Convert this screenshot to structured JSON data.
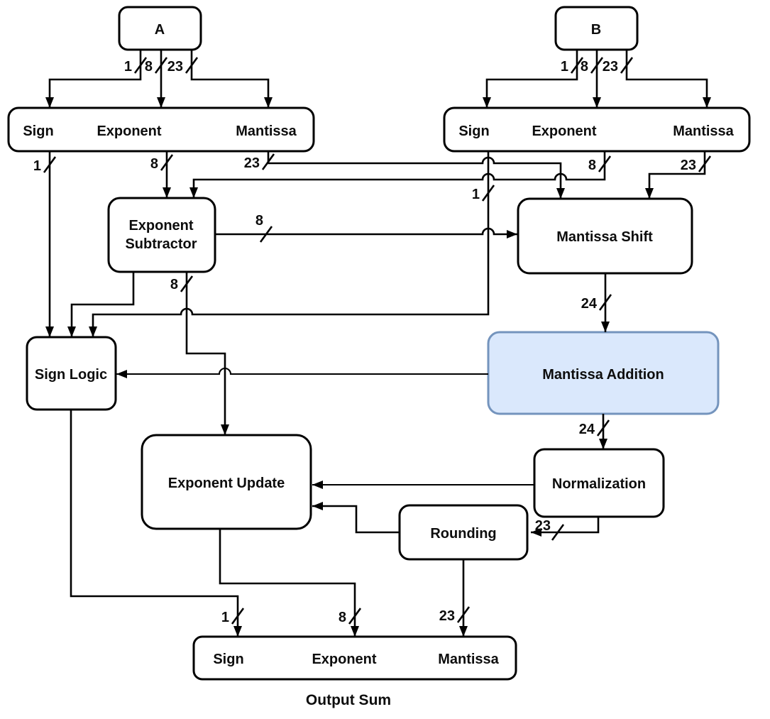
{
  "colors": {
    "background": "#ffffff",
    "wire": "#000000",
    "node_fill": "#ffffff",
    "node_stroke": "#000000",
    "highlight_fill": "#dae8fc",
    "highlight_stroke": "#7494bd",
    "text": "#0d0d0d"
  },
  "fields": {
    "sign": "Sign",
    "exponent": "Exponent",
    "mantissa": "Mantissa"
  },
  "nodes": {
    "input_a": "A",
    "input_b": "B",
    "exponent_subtractor_line1": "Exponent",
    "exponent_subtractor_line2": "Subtractor",
    "mantissa_shift": "Mantissa Shift",
    "sign_logic": "Sign Logic",
    "mantissa_addition": "Mantissa Addition",
    "exponent_update": "Exponent Update",
    "normalization": "Normalization",
    "rounding": "Rounding"
  },
  "caption": "Output Sum",
  "bus_widths": {
    "sign": "1",
    "exponent": "8",
    "mantissa": "23",
    "extended_mantissa": "24"
  }
}
